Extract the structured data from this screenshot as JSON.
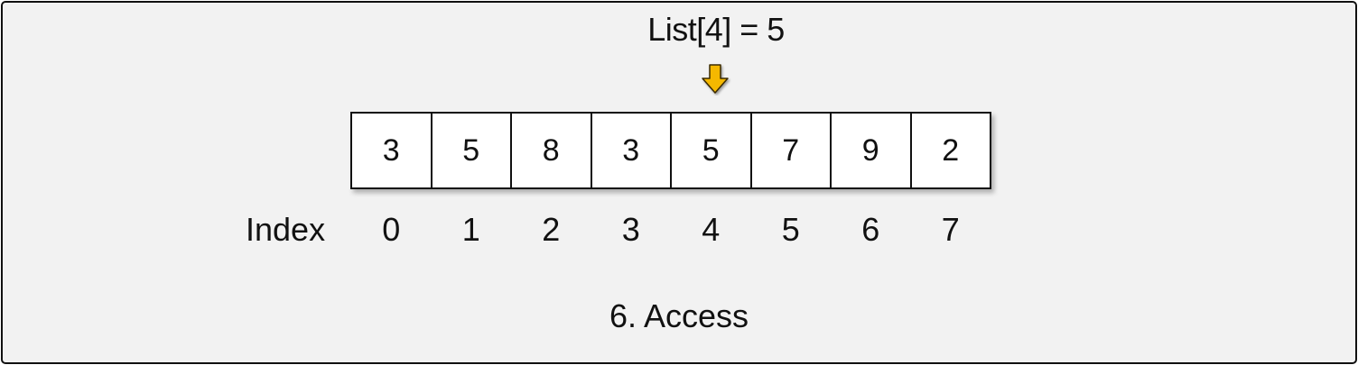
{
  "expression": "List[4] = 5",
  "array": {
    "values": [
      "3",
      "5",
      "8",
      "3",
      "5",
      "7",
      "9",
      "2"
    ],
    "index_label": "Index",
    "indices": [
      "0",
      "1",
      "2",
      "3",
      "4",
      "5",
      "6",
      "7"
    ]
  },
  "caption": "6. Access",
  "colors": {
    "arrow_fill": "#f5b800",
    "background": "#f2f2f2"
  },
  "icons": {
    "pointer": "down-arrow-icon"
  }
}
